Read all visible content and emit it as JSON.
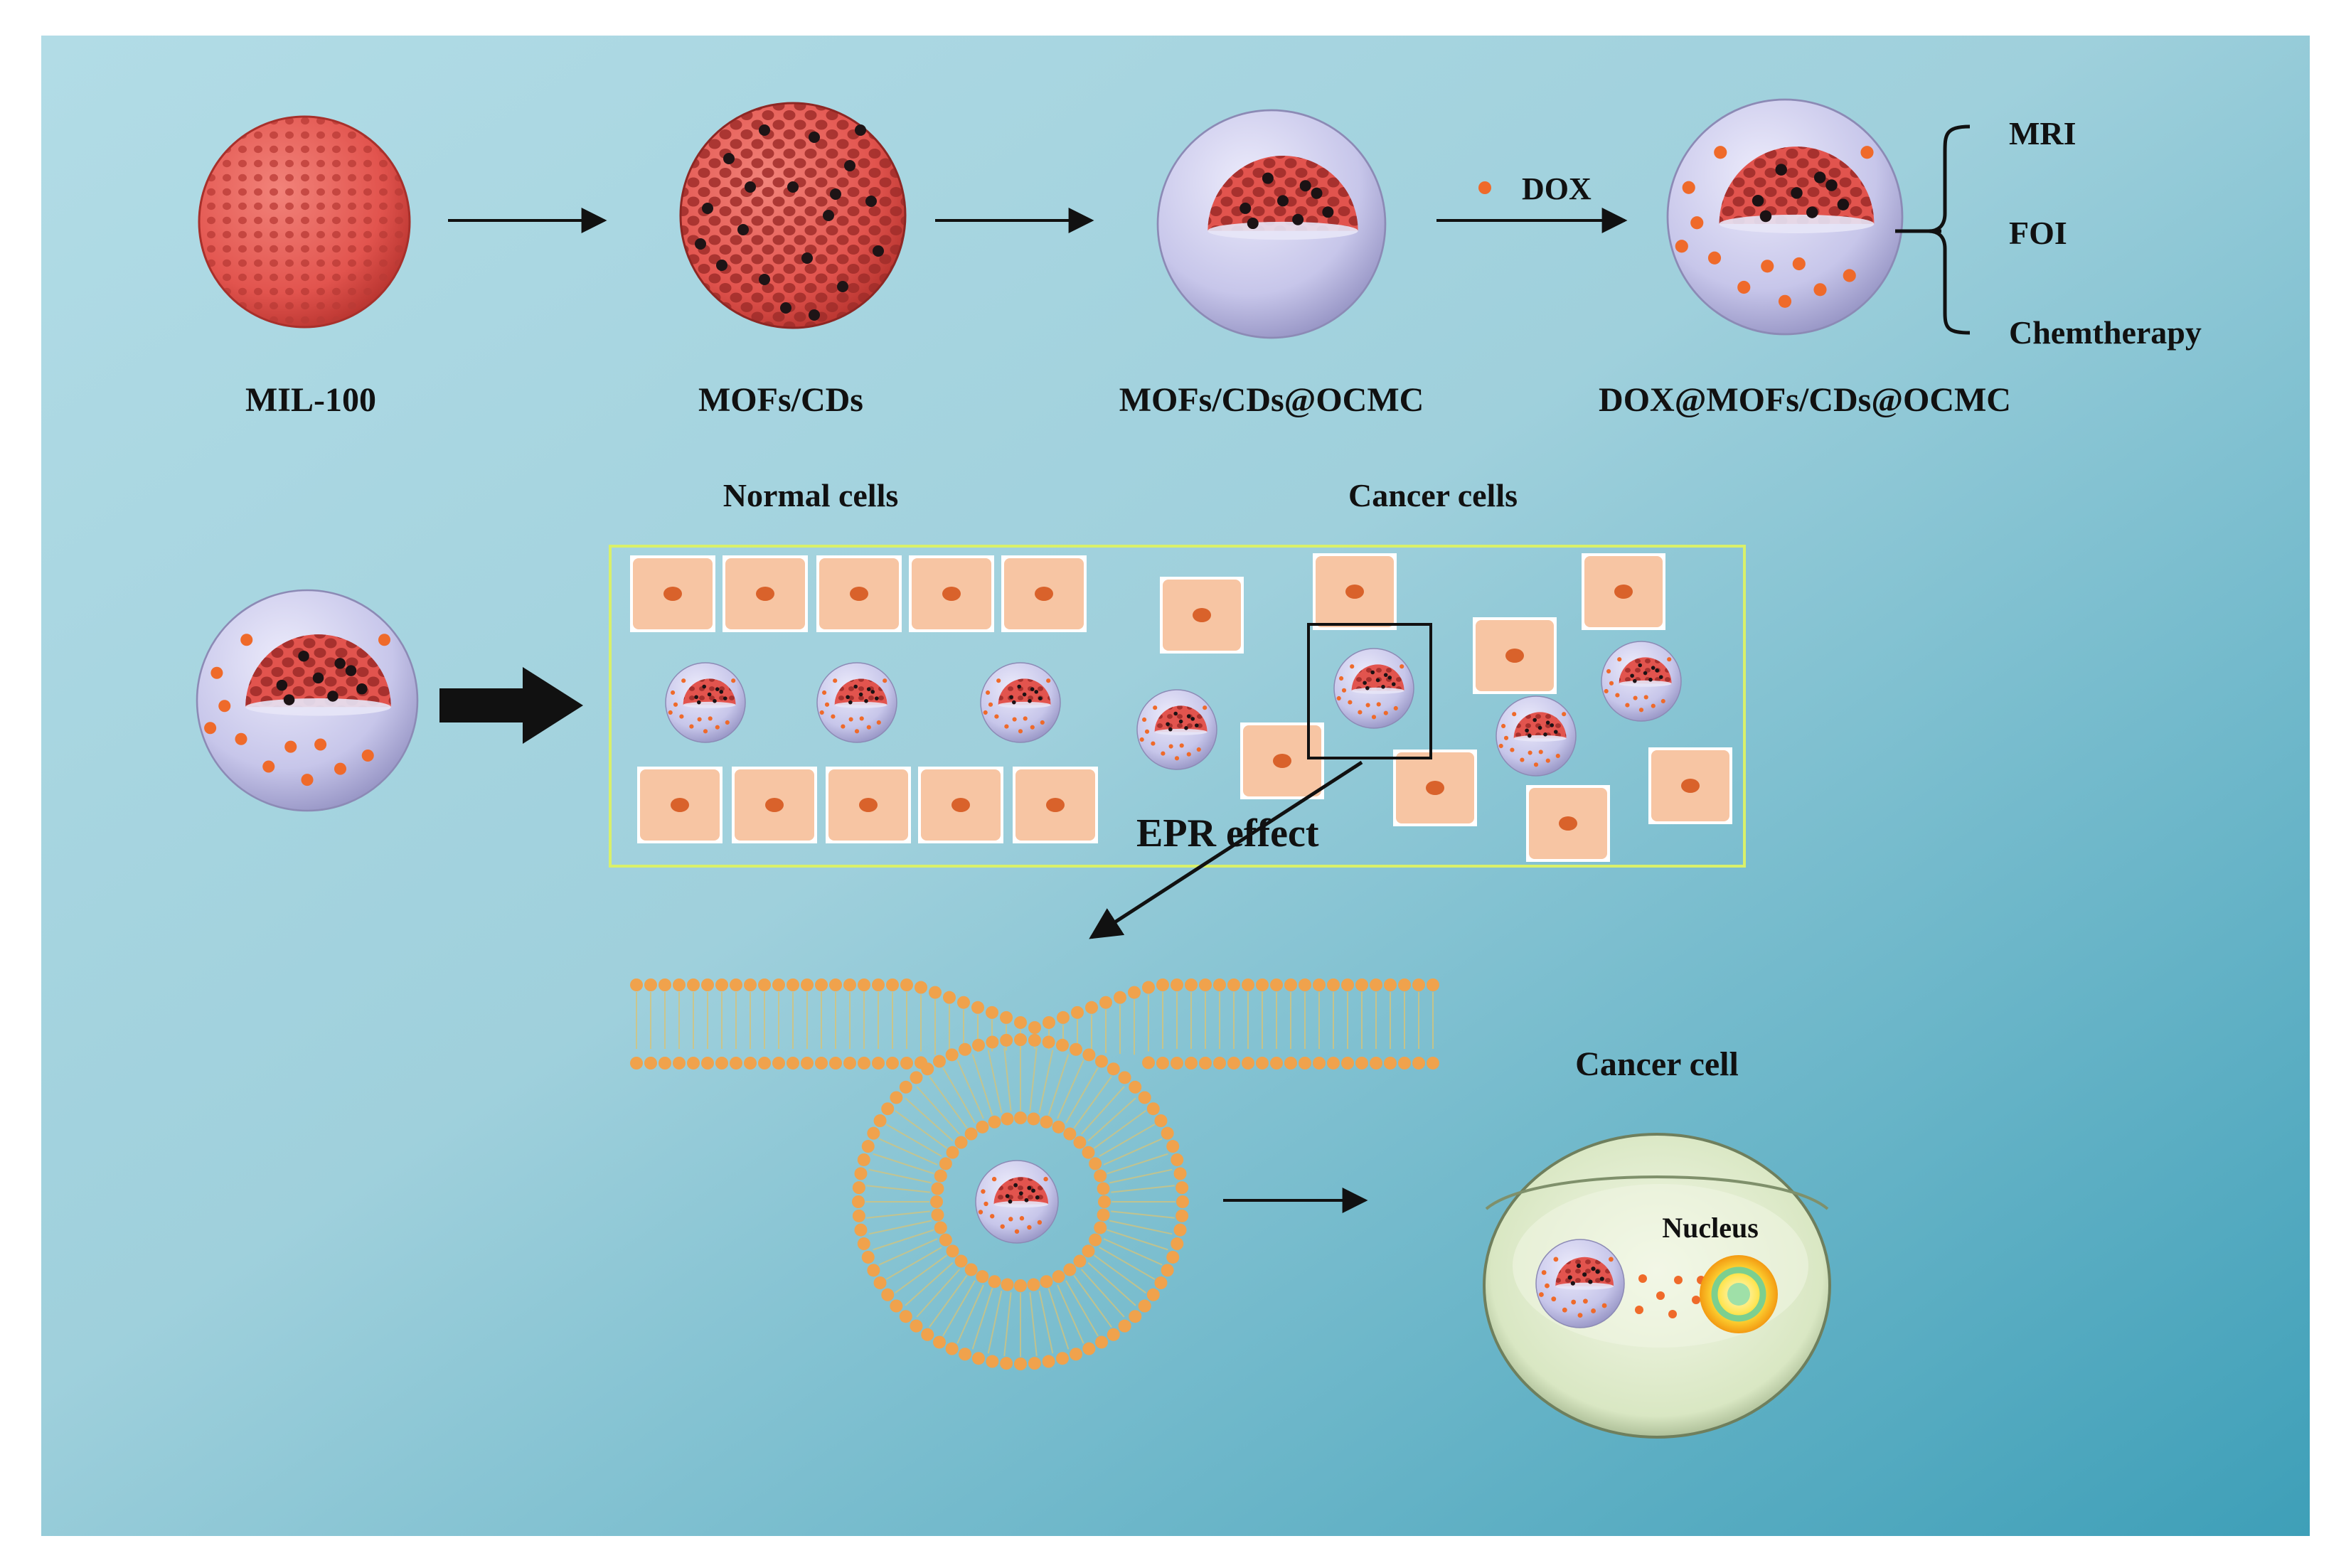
{
  "figure": {
    "colors": {
      "bg_light": "#b2dce6",
      "bg_dark": "#3e9fb8",
      "mof_red": "#e2544e",
      "mof_dark": "#a7302c",
      "shell_lavender": "#c7c6ea",
      "dox_orange": "#ef6a2a",
      "cell_peach": "#f7c5a3",
      "cell_nucleus": "#d9622b",
      "lipid_head": "#f0a24c",
      "cell_green": "#d9e7c3"
    },
    "labels": {
      "mil100": "MIL-100",
      "mofs_cds": "MOFs/CDs",
      "mofs_cds_ocmc": "MOFs/CDs@OCMC",
      "dox_mofs_cds_ocmc": "DOX@MOFs/CDs@OCMC",
      "dox": "DOX",
      "mri": "MRI",
      "foi": "FOI",
      "chemotherapy": "Chemtherapy",
      "normal_cells": "Normal cells",
      "cancer_cells": "Cancer cells",
      "epr_effect": "EPR effect",
      "cancer_cell": "Cancer cell",
      "nucleus": "Nucleus"
    }
  }
}
